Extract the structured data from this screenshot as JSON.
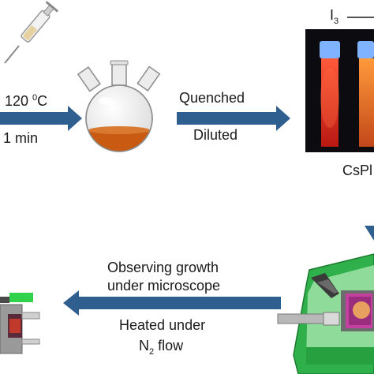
{
  "step1": {
    "temperature_value": "120 ",
    "temperature_sup": "0",
    "temperature_unit": "C",
    "time": "1 min"
  },
  "step2": {
    "line1": "Quenched",
    "line2": "Diluted"
  },
  "sample": {
    "top_label_main": "I",
    "top_label_sub": "3",
    "caption": "CsPl"
  },
  "step4": {
    "line1": "Observing growth",
    "line2": "under microscope",
    "line3": "Heated under",
    "line4_main": "N",
    "line4_sub": "2",
    "line4_rest": " flow"
  },
  "colors": {
    "arrow": "#2e5f8e",
    "flask_liquid": "#c85a12",
    "photo_bg": "#0b0b10",
    "vial_cap": "#7fb2ff",
    "heater_green": "#2fb04a",
    "sample_pink": "#c33fa0"
  }
}
